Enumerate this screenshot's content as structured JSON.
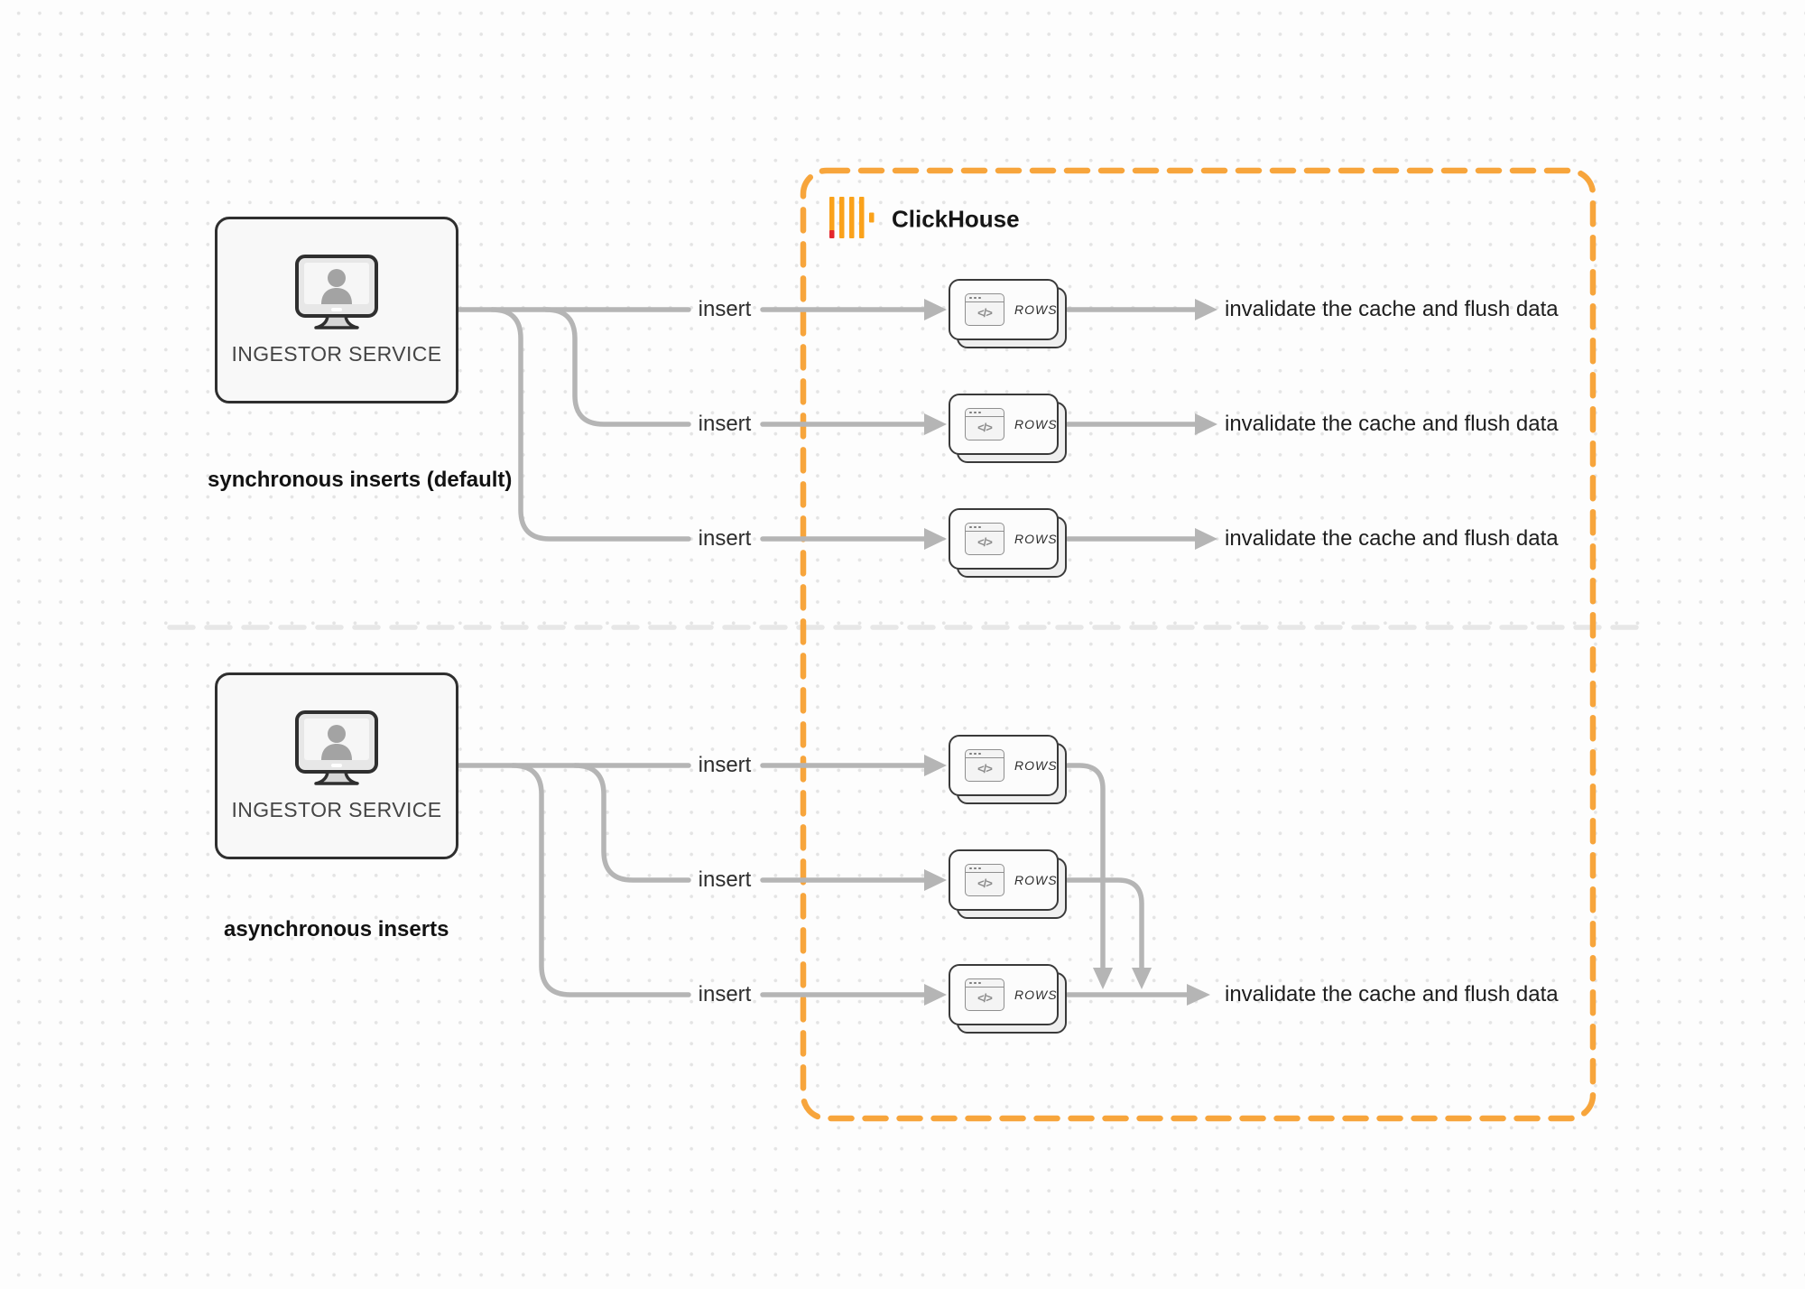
{
  "diagram": {
    "background": {
      "dot_color": "#e4e4e4",
      "bg_color": "#fdfdfd",
      "divider_color": "#e7e7e7"
    },
    "clickhouse": {
      "label": "ClickHouse",
      "logo_icon": "clickhouse-bars-icon",
      "bar_color": "#FAA21B",
      "red_accent_color": "#E3272D",
      "boundary_color": "#F7A53C"
    },
    "sections": {
      "synchronous": {
        "title": "synchronous inserts (default)",
        "service": {
          "label": "INGESTOR SERVICE",
          "icon": "monitor-user-icon"
        }
      },
      "asynchronous": {
        "title": "asynchronous inserts",
        "service": {
          "label": "INGESTOR SERVICE",
          "icon": "monitor-user-icon"
        }
      }
    },
    "flow": {
      "insert_label": "insert",
      "rows_card": {
        "label": "ROWS",
        "icon": "code-window-icon",
        "code_glyph": "</>"
      },
      "invalidate_label": "invalidate the cache and flush data",
      "connector_color": "#b5b5b5"
    }
  }
}
